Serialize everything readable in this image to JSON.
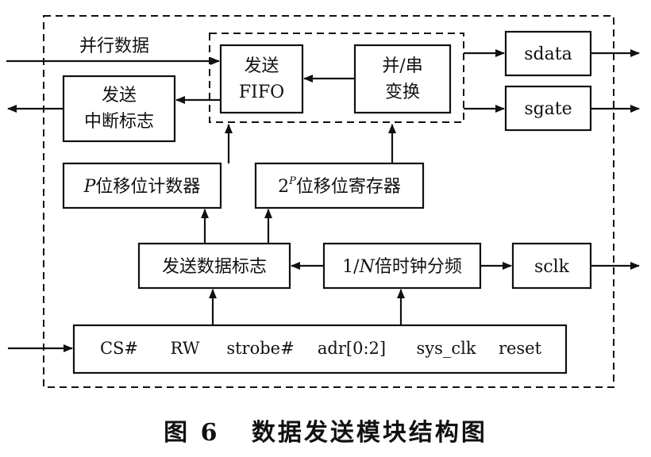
{
  "input_label": "并行数据",
  "blocks": {
    "send_fifo": [
      "发送",
      "FIFO"
    ],
    "par_ser": [
      "并/串",
      "变换"
    ],
    "send_interrupt": [
      "发送",
      "中断标志"
    ],
    "sdata": "sdata",
    "sgate": "sgate",
    "p_counter": {
      "var": "P",
      "text": "位移位计数器"
    },
    "shift_reg": {
      "base": "2",
      "sup": "P",
      "text": "位移位寄存器"
    },
    "send_flag": "发送数据标志",
    "clock_div": {
      "prefix": "1/",
      "var": "N",
      "text": "倍时钟分频"
    },
    "sclk": "sclk"
  },
  "bus_signals": [
    "CS#",
    "RW",
    "strobe#",
    "adr[0:2]",
    "sys_clk",
    "reset"
  ],
  "caption": "图 6   数据发送模块结构图"
}
